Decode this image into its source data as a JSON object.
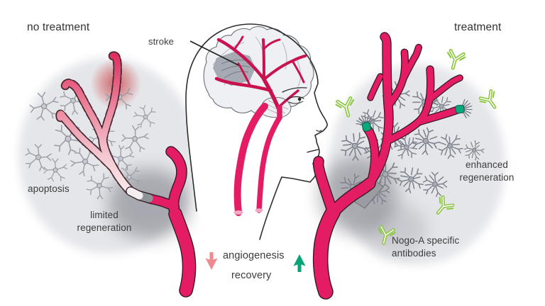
{
  "diagram": {
    "left_panel": {
      "title": "no treatment",
      "labels": {
        "apoptosis": "apoptosis",
        "limited_regeneration": "limited\nregeneration"
      }
    },
    "center_panel": {
      "stroke_label": "stroke",
      "angiogenesis_label": "angiogenesis",
      "recovery_label": "recovery"
    },
    "right_panel": {
      "title": "treatment",
      "labels": {
        "enhanced_regeneration": "enhanced\nregeneration",
        "nogo_antibodies": "Nogo-A specific\nantibodies"
      }
    },
    "colors": {
      "vessel_crimson": "#e31c63",
      "degenerating_vessel_pink": "#f0a9b8",
      "antibody_green": "#8cc63e",
      "growth_cone_teal": "#0aa77c",
      "arrow_decrease_pink": "#ef8a92",
      "arrow_increase_green": "#0aa378",
      "tissue_circle_gray": "#e5e6ea",
      "stroke_shadow_gray": "#84858d",
      "apoptosis_glow_red": "#d24848",
      "neuron_gray": "#9ba0a8",
      "text_gray": "#3c3c3c"
    },
    "icons": {
      "antibody": "antibody-icon",
      "neuron": "neuron-icon",
      "growth_cone": "growth-cone-icon",
      "arrow_down": "arrow-down-icon",
      "arrow_up": "arrow-up-icon"
    }
  }
}
